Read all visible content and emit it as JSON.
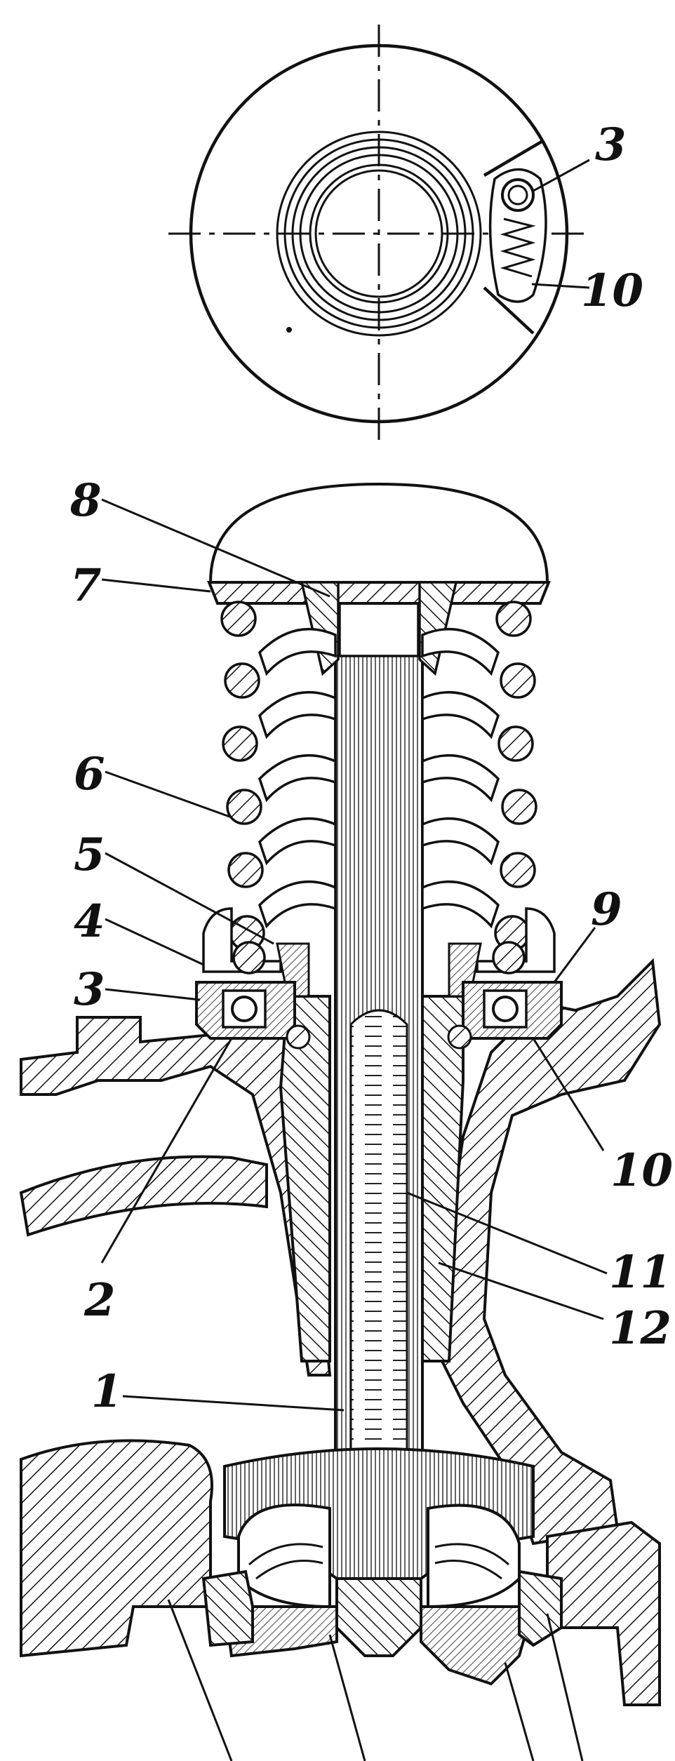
{
  "colors": {
    "ink": "#111111",
    "paper": "#ffffff"
  },
  "top_view": {
    "callouts": [
      {
        "id": "top-3",
        "label": "3",
        "part": "ball"
      },
      {
        "id": "top-10",
        "label": "10",
        "part": "spring"
      }
    ]
  },
  "section_view": {
    "callouts": [
      {
        "id": "c8",
        "label": "8"
      },
      {
        "id": "c7",
        "label": "7"
      },
      {
        "id": "c6",
        "label": "6"
      },
      {
        "id": "c5",
        "label": "5"
      },
      {
        "id": "c4",
        "label": "4"
      },
      {
        "id": "c3",
        "label": "3"
      },
      {
        "id": "c9",
        "label": "9"
      },
      {
        "id": "c10",
        "label": "10"
      },
      {
        "id": "c2",
        "label": "2"
      },
      {
        "id": "c11",
        "label": "11"
      },
      {
        "id": "c12",
        "label": "12"
      },
      {
        "id": "c1",
        "label": "1"
      }
    ]
  }
}
